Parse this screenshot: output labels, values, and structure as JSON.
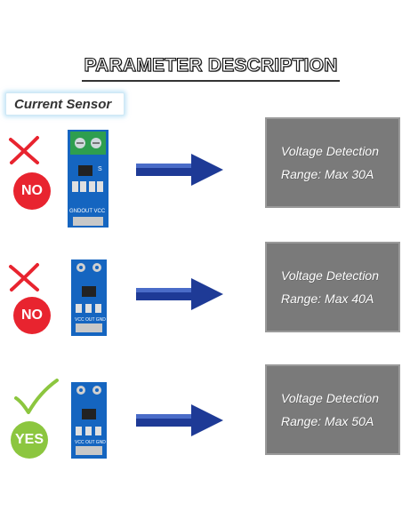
{
  "header": {
    "title": "PARAMETER DESCRIPTION"
  },
  "section_tag": "Current Sensor",
  "rows": [
    {
      "badge": "NO",
      "status_icon": "cross-icon",
      "board_labels": "GNDOUT VCC",
      "info_line1": "Voltage Detection",
      "info_line2": "Range: Max 30A"
    },
    {
      "badge": "NO",
      "status_icon": "cross-icon",
      "board_labels": "VCC OUT GND",
      "info_line1": "Voltage Detection",
      "info_line2": "Range: Max 40A"
    },
    {
      "badge": "YES",
      "status_icon": "check-icon",
      "board_labels": "VCC OUT GND",
      "info_line1": "Voltage Detection",
      "info_line2": "Range: Max 50A"
    }
  ],
  "colors": {
    "no": "#e8242f",
    "yes": "#8cc63f",
    "arrow": "#1e3a96",
    "panel": "#7a7a7a",
    "board": "#1565c0",
    "terminal": "#2e9e4f"
  }
}
